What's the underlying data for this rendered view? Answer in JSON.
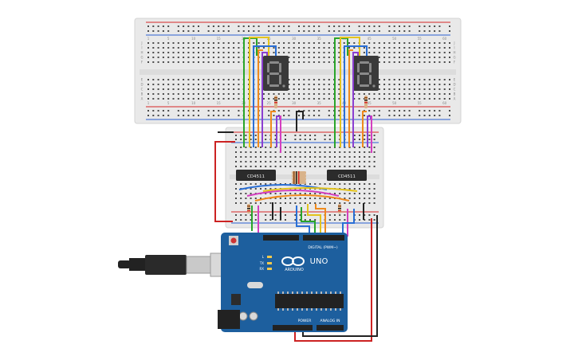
{
  "colors": {
    "breadboard": "#e9e9e9",
    "breadboard_edge": "#d4d4d4",
    "hole": "#4a4a4a",
    "rail_red": "#d62828",
    "rail_blue": "#2a5fd1",
    "arduino_board": "#1d5f9e",
    "arduino_dark": "#15467a",
    "display_body": "#3a3a3a",
    "segment_off": "#8a8a8a",
    "chip_body": "#2b2b2b",
    "wire_red": "#cc2222",
    "wire_black": "#222222",
    "wire_green": "#2aa52a",
    "wire_yellow": "#e3c31c",
    "wire_blue": "#2a6fd6",
    "wire_orange": "#ef8a1c",
    "wire_purple": "#8b3fd1",
    "wire_magenta": "#d43fbf",
    "usb_black": "#222222",
    "usb_grey": "#c9c9c9"
  },
  "top_breadboard": {
    "column_numbers": [
      "1",
      "5",
      "10",
      "15",
      "20",
      "25",
      "30",
      "35",
      "40",
      "45",
      "50",
      "55",
      "60"
    ],
    "row_letters_top": [
      "J",
      "I",
      "H",
      "G",
      "F"
    ],
    "row_letters_bottom": [
      "E",
      "D",
      "C",
      "B",
      "A"
    ]
  },
  "bottom_breadboard": {
    "chip_left_label": "CD4511",
    "chip_right_label": "CD4511"
  },
  "arduino": {
    "brand": "ARDUINO",
    "model": "UNO",
    "header_digital": "DIGITAL (PWM~)",
    "header_power": "POWER",
    "header_analog": "ANALOG IN",
    "led_labels": [
      "L",
      "TX",
      "RX"
    ],
    "icon": "infinity-logo-icon"
  },
  "icons": {
    "usb_cable": "usb-cable-icon",
    "seven_segment": "seven-segment-display-icon",
    "resistor": "resistor-icon"
  }
}
